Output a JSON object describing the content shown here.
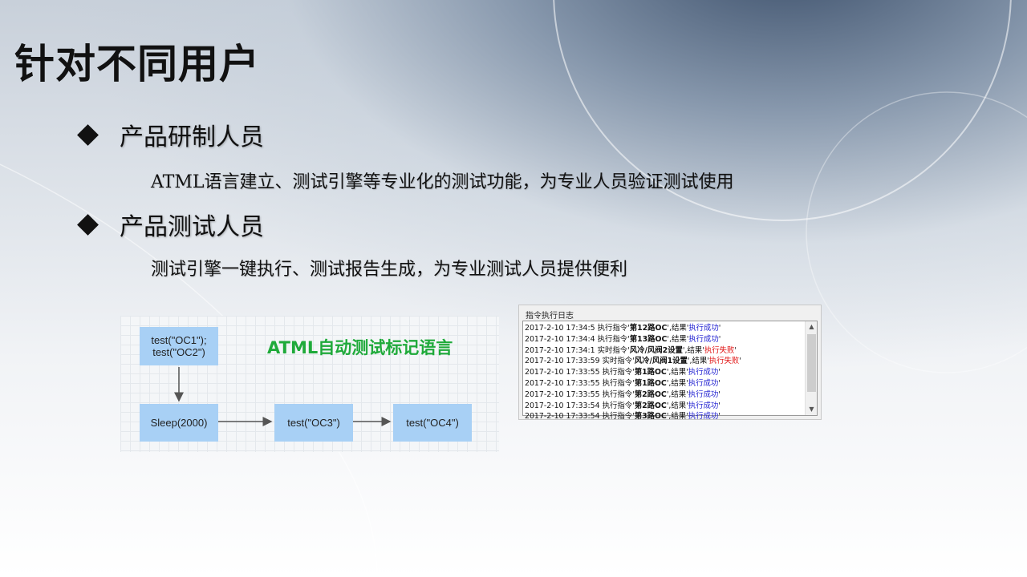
{
  "slide": {
    "title": "针对不同用户",
    "bullets": [
      {
        "heading": "产品研制人员",
        "description": "ATML语言建立、测试引擎等专业化的测试功能，为专业人员验证测试使用"
      },
      {
        "heading": "产品测试人员",
        "description": "测试引擎一键执行、测试报告生成，为专业测试人员提供便利"
      }
    ]
  },
  "diagram": {
    "title": "ATML自动测试标记语言",
    "nodes": {
      "start_line1": "test(\"OC1\");",
      "start_line2": "test(\"OC2\")",
      "sleep": "Sleep(2000)",
      "oc3": "test(\"OC3\")",
      "oc4": "test(\"OC4\")"
    },
    "node_color": "#a8d0f5",
    "title_color": "#1faa3a"
  },
  "log_panel": {
    "title": "指令执行日志",
    "entries": [
      {
        "time": "2017-2-10 17:34:5",
        "action": "执行指令",
        "command": "第12路OC",
        "result_label": "结果",
        "result": "执行成功",
        "status": "ok"
      },
      {
        "time": "2017-2-10 17:34:4",
        "action": "执行指令",
        "command": "第13路OC",
        "result_label": "结果",
        "result": "执行成功",
        "status": "ok"
      },
      {
        "time": "2017-2-10 17:34:1",
        "action": "实时指令",
        "command": "风冷/风阀2设置",
        "result_label": "结果",
        "result": "执行失败",
        "status": "fail"
      },
      {
        "time": "2017-2-10 17:33:59",
        "action": "实时指令",
        "command": "风冷/风阀1设置",
        "result_label": "结果",
        "result": "执行失败",
        "status": "fail"
      },
      {
        "time": "2017-2-10 17:33:55",
        "action": "执行指令",
        "command": "第1路OC",
        "result_label": "结果",
        "result": "执行成功",
        "status": "ok"
      },
      {
        "time": "2017-2-10 17:33:55",
        "action": "执行指令",
        "command": "第1路OC",
        "result_label": "结果",
        "result": "执行成功",
        "status": "ok"
      },
      {
        "time": "2017-2-10 17:33:55",
        "action": "执行指令",
        "command": "第2路OC",
        "result_label": "结果",
        "result": "执行成功",
        "status": "ok"
      },
      {
        "time": "2017-2-10 17:33:54",
        "action": "执行指令",
        "command": "第2路OC",
        "result_label": "结果",
        "result": "执行成功",
        "status": "ok"
      },
      {
        "time": "2017-2-10 17:33:54",
        "action": "执行指令",
        "command": "第3路OC",
        "result_label": "结果",
        "result": "执行成功",
        "status": "ok"
      }
    ],
    "colors": {
      "ok": "#1b1bd0",
      "fail": "#e01010"
    }
  }
}
